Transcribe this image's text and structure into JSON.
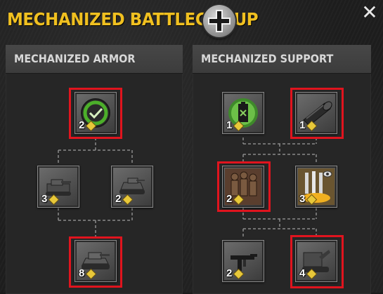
{
  "title": "MECHANIZED BATTLEGROUP",
  "close_icon": "close-x-icon",
  "colors": {
    "title": "#f0c020",
    "highlight": "#e0141e",
    "diamond": "#e8c83a"
  },
  "panels": {
    "armor": {
      "label": "MECHANIZED ARMOR",
      "nodes": [
        {
          "id": "armor-recon",
          "count": "2",
          "icon": "radar-sweep-icon",
          "highlighted": true
        },
        {
          "id": "armor-tank-left",
          "count": "3",
          "icon": "halftrack-icon",
          "highlighted": false
        },
        {
          "id": "armor-tank-right",
          "count": "2",
          "icon": "armored-car-icon",
          "highlighted": false
        },
        {
          "id": "armor-heavy",
          "count": "8",
          "icon": "heavy-tank-icon",
          "highlighted": true
        }
      ]
    },
    "support": {
      "label": "MECHANIZED SUPPORT",
      "nodes": [
        {
          "id": "support-battery",
          "count": "1",
          "icon": "battery-icon",
          "highlighted": false
        },
        {
          "id": "support-scope",
          "count": "1",
          "icon": "scope-icon",
          "highlighted": true
        },
        {
          "id": "support-squad",
          "count": "2",
          "icon": "infantry-squad-icon",
          "highlighted": true
        },
        {
          "id": "support-artillery",
          "count": "3",
          "icon": "artillery-strike-icon",
          "highlighted": false
        },
        {
          "id": "support-gun",
          "count": "2",
          "icon": "machine-gun-icon",
          "highlighted": false
        },
        {
          "id": "support-vehicle",
          "count": "4",
          "icon": "support-vehicle-icon",
          "highlighted": true
        }
      ]
    }
  }
}
